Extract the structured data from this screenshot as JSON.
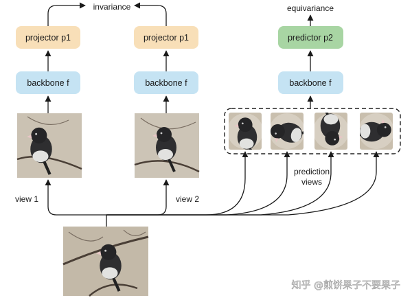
{
  "labels": {
    "invariance": "invariance",
    "equivariance": "equivariance",
    "view1": "view 1",
    "view2": "view 2",
    "prediction_views_line1": "prediction",
    "prediction_views_line2": "views"
  },
  "boxes": {
    "projector_left": "projector p1",
    "projector_right": "projector p1",
    "predictor": "predictor p2",
    "backbone_left": "backbone f",
    "backbone_mid": "backbone f",
    "backbone_right": "backbone f"
  },
  "watermark": "知乎 @煎饼果子不要果子",
  "colors": {
    "projector_fill": "#f8dfb8",
    "predictor_fill": "#a8d5a3",
    "backbone_fill": "#c5e3f3",
    "image_bg": "#c9bfae",
    "bird_body": "#2e2e30",
    "bird_belly": "#e2e2e0"
  }
}
